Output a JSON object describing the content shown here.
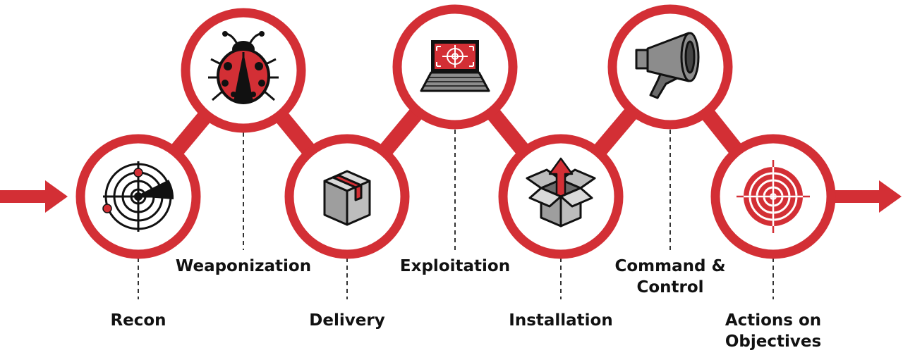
{
  "diagram": {
    "stages": [
      {
        "id": "recon",
        "label": "Recon",
        "icon": "radar-icon"
      },
      {
        "id": "weaponization",
        "label": "Weaponization",
        "icon": "ladybug-icon"
      },
      {
        "id": "delivery",
        "label": "Delivery",
        "icon": "package-icon"
      },
      {
        "id": "exploitation",
        "label": "Exploitation",
        "icon": "laptop-target-icon"
      },
      {
        "id": "installation",
        "label": "Installation",
        "icon": "open-box-arrow-icon"
      },
      {
        "id": "command-control",
        "label": "Command &\nControl",
        "icon": "megaphone-icon"
      },
      {
        "id": "actions",
        "label": "Actions on\nObjectives",
        "icon": "bullseye-icon"
      }
    ],
    "colors": {
      "accent": "#d32f35",
      "dark": "#111111",
      "gray": "#8c8c8c",
      "light_gray": "#bdbdbd"
    }
  }
}
